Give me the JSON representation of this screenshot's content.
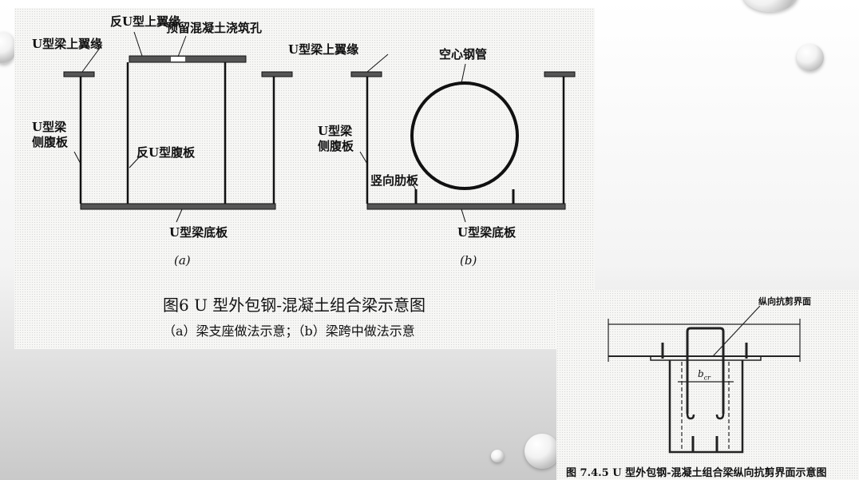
{
  "figure_a": {
    "labels": {
      "reverse_u_top_flange": "反U型上翼缘",
      "pour_hole": "预留混凝土浇筑孔",
      "u_beam_top_flange_a": "U型梁上翼缘",
      "u_beam_side_web_a": "U型梁\n侧腹板",
      "reverse_u_web": "反U型腹板",
      "u_beam_bottom_a": "U型梁底板",
      "sub_a": "(a)",
      "u_beam_top_flange_b": "U型梁上翼缘",
      "hollow_steel_tube": "空心钢管",
      "u_beam_side_web_b": "U型梁\n侧腹板",
      "vertical_rib": "竖向肋板",
      "u_beam_bottom_b": "U型梁底板",
      "sub_b": "(b)"
    },
    "caption_title": "图6   U 型外包钢-混凝土组合梁示意图",
    "caption_sub": "（a）梁支座做法示意；（b）梁跨中做法示意"
  },
  "figure_b": {
    "label_interface": "纵向抗剪界面",
    "label_bcr": "b",
    "label_bcr_sub": "cr",
    "caption": "图 7.4.5   U 型外包钢-混凝土组合梁纵向抗剪界面示意图"
  }
}
